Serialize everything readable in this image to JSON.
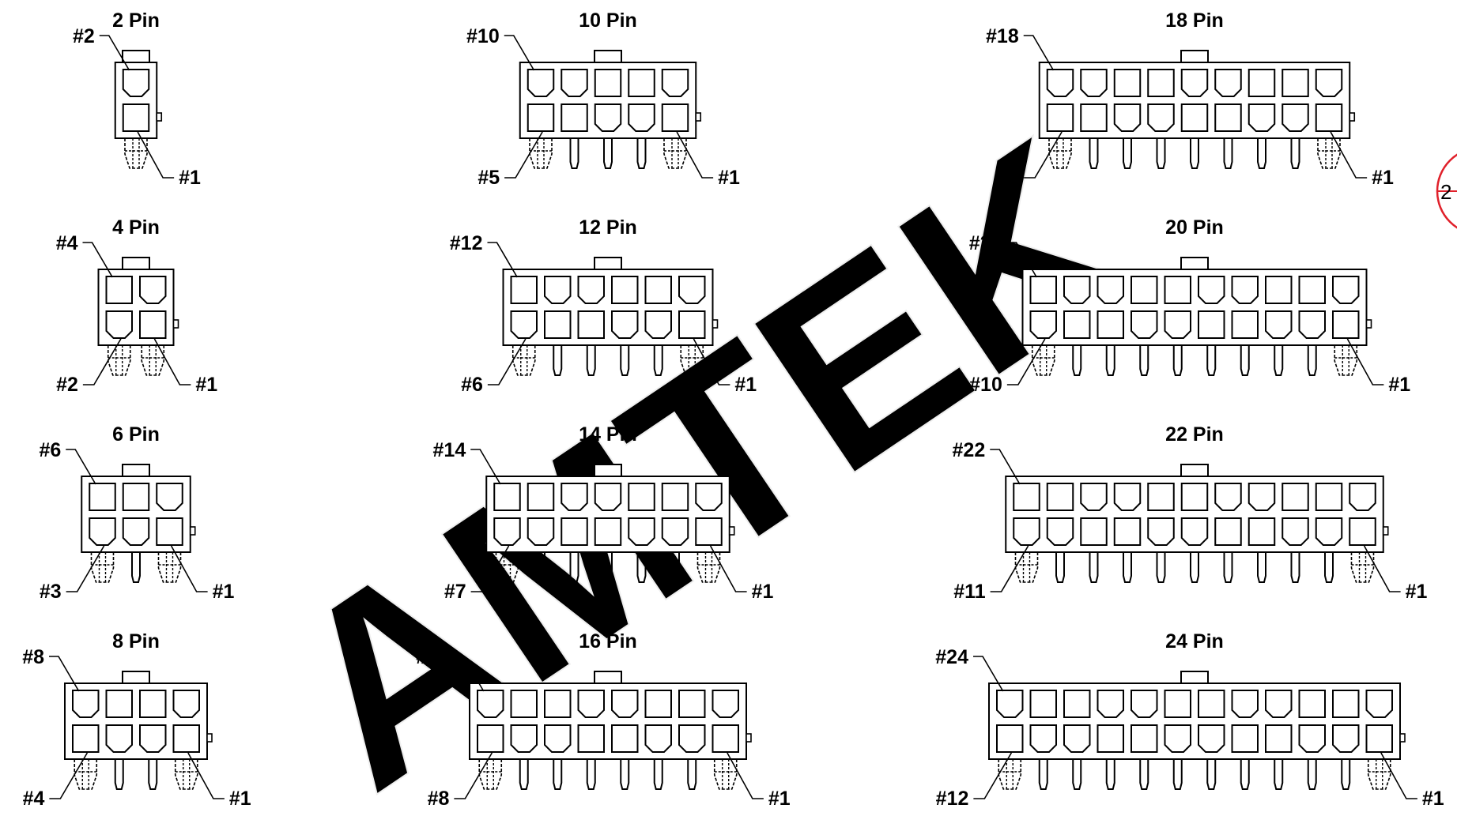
{
  "watermark": {
    "text": "AMTEK",
    "color": "#e6e6e6"
  },
  "badge": {
    "text": "2",
    "color": "#e0202a"
  },
  "connectors": [
    {
      "title": "2 Pin",
      "cols": 1,
      "top_left": "#2",
      "bottom_left": "",
      "bottom_right": "#1",
      "top_shapes": "P",
      "bottom_shapes": "S"
    },
    {
      "title": "4 Pin",
      "cols": 2,
      "top_left": "#4",
      "bottom_left": "#2",
      "bottom_right": "#1",
      "top_shapes": "SP",
      "bottom_shapes": "PS"
    },
    {
      "title": "6 Pin",
      "cols": 3,
      "top_left": "#6",
      "bottom_left": "#3",
      "bottom_right": "#1",
      "top_shapes": "SSP",
      "bottom_shapes": "PPS"
    },
    {
      "title": "8 Pin",
      "cols": 4,
      "top_left": "#8",
      "bottom_left": "#4",
      "bottom_right": "#1",
      "top_shapes": "PSSP",
      "bottom_shapes": "SPPS"
    },
    {
      "title": "10 Pin",
      "cols": 5,
      "top_left": "#10",
      "bottom_left": "#5",
      "bottom_right": "#1",
      "top_shapes": "PPSSP",
      "bottom_shapes": "SSPPS"
    },
    {
      "title": "12 Pin",
      "cols": 6,
      "top_left": "#12",
      "bottom_left": "#6",
      "bottom_right": "#1",
      "top_shapes": "SPPSSP",
      "bottom_shapes": "PSSPPS"
    },
    {
      "title": "14 Pin",
      "cols": 7,
      "top_left": "#14",
      "bottom_left": "#7",
      "bottom_right": "#1",
      "top_shapes": "SSPPSSP",
      "bottom_shapes": "PPSSPPS"
    },
    {
      "title": "16 Pin",
      "cols": 8,
      "top_left": "#16",
      "bottom_left": "#8",
      "bottom_right": "#1",
      "top_shapes": "PSSPPSSP",
      "bottom_shapes": "SPPSSPPS"
    },
    {
      "title": "18 Pin",
      "cols": 9,
      "top_left": "#18",
      "bottom_left": "#9",
      "bottom_right": "#1",
      "top_shapes": "PPSSPPSSP",
      "bottom_shapes": "SSPPSSPPS"
    },
    {
      "title": "20 Pin",
      "cols": 10,
      "top_left": "#20",
      "bottom_left": "#10",
      "bottom_right": "#1",
      "top_shapes": "SPPSSPPSSP",
      "bottom_shapes": "PSSPPSSPPS"
    },
    {
      "title": "22 Pin",
      "cols": 11,
      "top_left": "#22",
      "bottom_left": "#11",
      "bottom_right": "#1",
      "top_shapes": "SSPPSSPPSSP",
      "bottom_shapes": "PPSSPPSSPPS"
    },
    {
      "title": "24 Pin",
      "cols": 12,
      "top_left": "#24",
      "bottom_left": "#12",
      "bottom_right": "#1",
      "top_shapes": "PSSPPSSPPSSP",
      "bottom_shapes": "SPPSSPPSSPPS"
    }
  ]
}
